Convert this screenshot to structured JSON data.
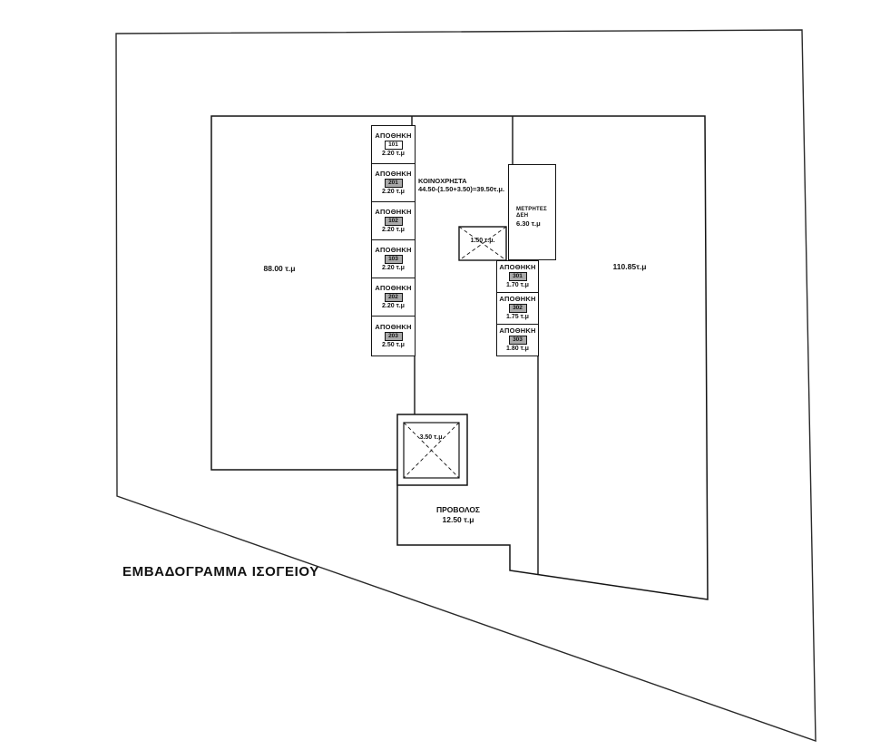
{
  "title": "ΕΜΒΑΔΟΓΡΑΜΜΑ ΙΣΟΓΕΙΟΥ",
  "left_building_area": "88.00 τ.μ",
  "right_building_area": "110.85τ.μ",
  "common_area": {
    "label": "ΚΟΙΝΟΧΡΗΣΤΑ",
    "calc": "44.50-(1.50+3.50)=39.50τ.μ."
  },
  "meters_room": {
    "line1": "ΜΕΤΡΗΤΕΣ",
    "line2": "ΔΕΗ",
    "area": "6.30 τ.μ"
  },
  "shaft_small": {
    "area": "1.50 τ.μ."
  },
  "shaft_large": {
    "area": "3.50 τ.μ."
  },
  "provolos": {
    "label": "ΠΡΟΒΟΛΟΣ",
    "area": "12.50 τ.μ"
  },
  "storage_left": [
    {
      "label": "ΑΠΟΘΗΚΗ",
      "num": "101",
      "area": "2.20 τ.μ",
      "num_bg": "#ffffff"
    },
    {
      "label": "ΑΠΟΘΗΚΗ",
      "num": "201",
      "area": "2.20 τ.μ",
      "num_bg": "#a9a9a9"
    },
    {
      "label": "ΑΠΟΘΗΚΗ",
      "num": "102",
      "area": "2.20 τ.μ",
      "num_bg": "#a9a9a9"
    },
    {
      "label": "ΑΠΟΘΗΚΗ",
      "num": "103",
      "area": "2.20 τ.μ",
      "num_bg": "#a9a9a9"
    },
    {
      "label": "ΑΠΟΘΗΚΗ",
      "num": "202",
      "area": "2.20 τ.μ",
      "num_bg": "#a9a9a9"
    },
    {
      "label": "ΑΠΟΘΗΚΗ",
      "num": "203",
      "area": "2.50 τ.μ",
      "num_bg": "#a9a9a9"
    }
  ],
  "storage_right": [
    {
      "label": "ΑΠΟΘΗΚΗ",
      "num": "301",
      "area": "1.70 τ.μ",
      "num_bg": "#a9a9a9"
    },
    {
      "label": "ΑΠΟΘΗΚΗ",
      "num": "302",
      "area": "1.75 τ.μ",
      "num_bg": "#a9a9a9"
    },
    {
      "label": "ΑΠΟΘΗΚΗ",
      "num": "303",
      "area": "1.80 τ.μ",
      "num_bg": "#a9a9a9"
    }
  ],
  "colors": {
    "line": "#1c1c1c",
    "boundary": "#2a2a2a"
  }
}
